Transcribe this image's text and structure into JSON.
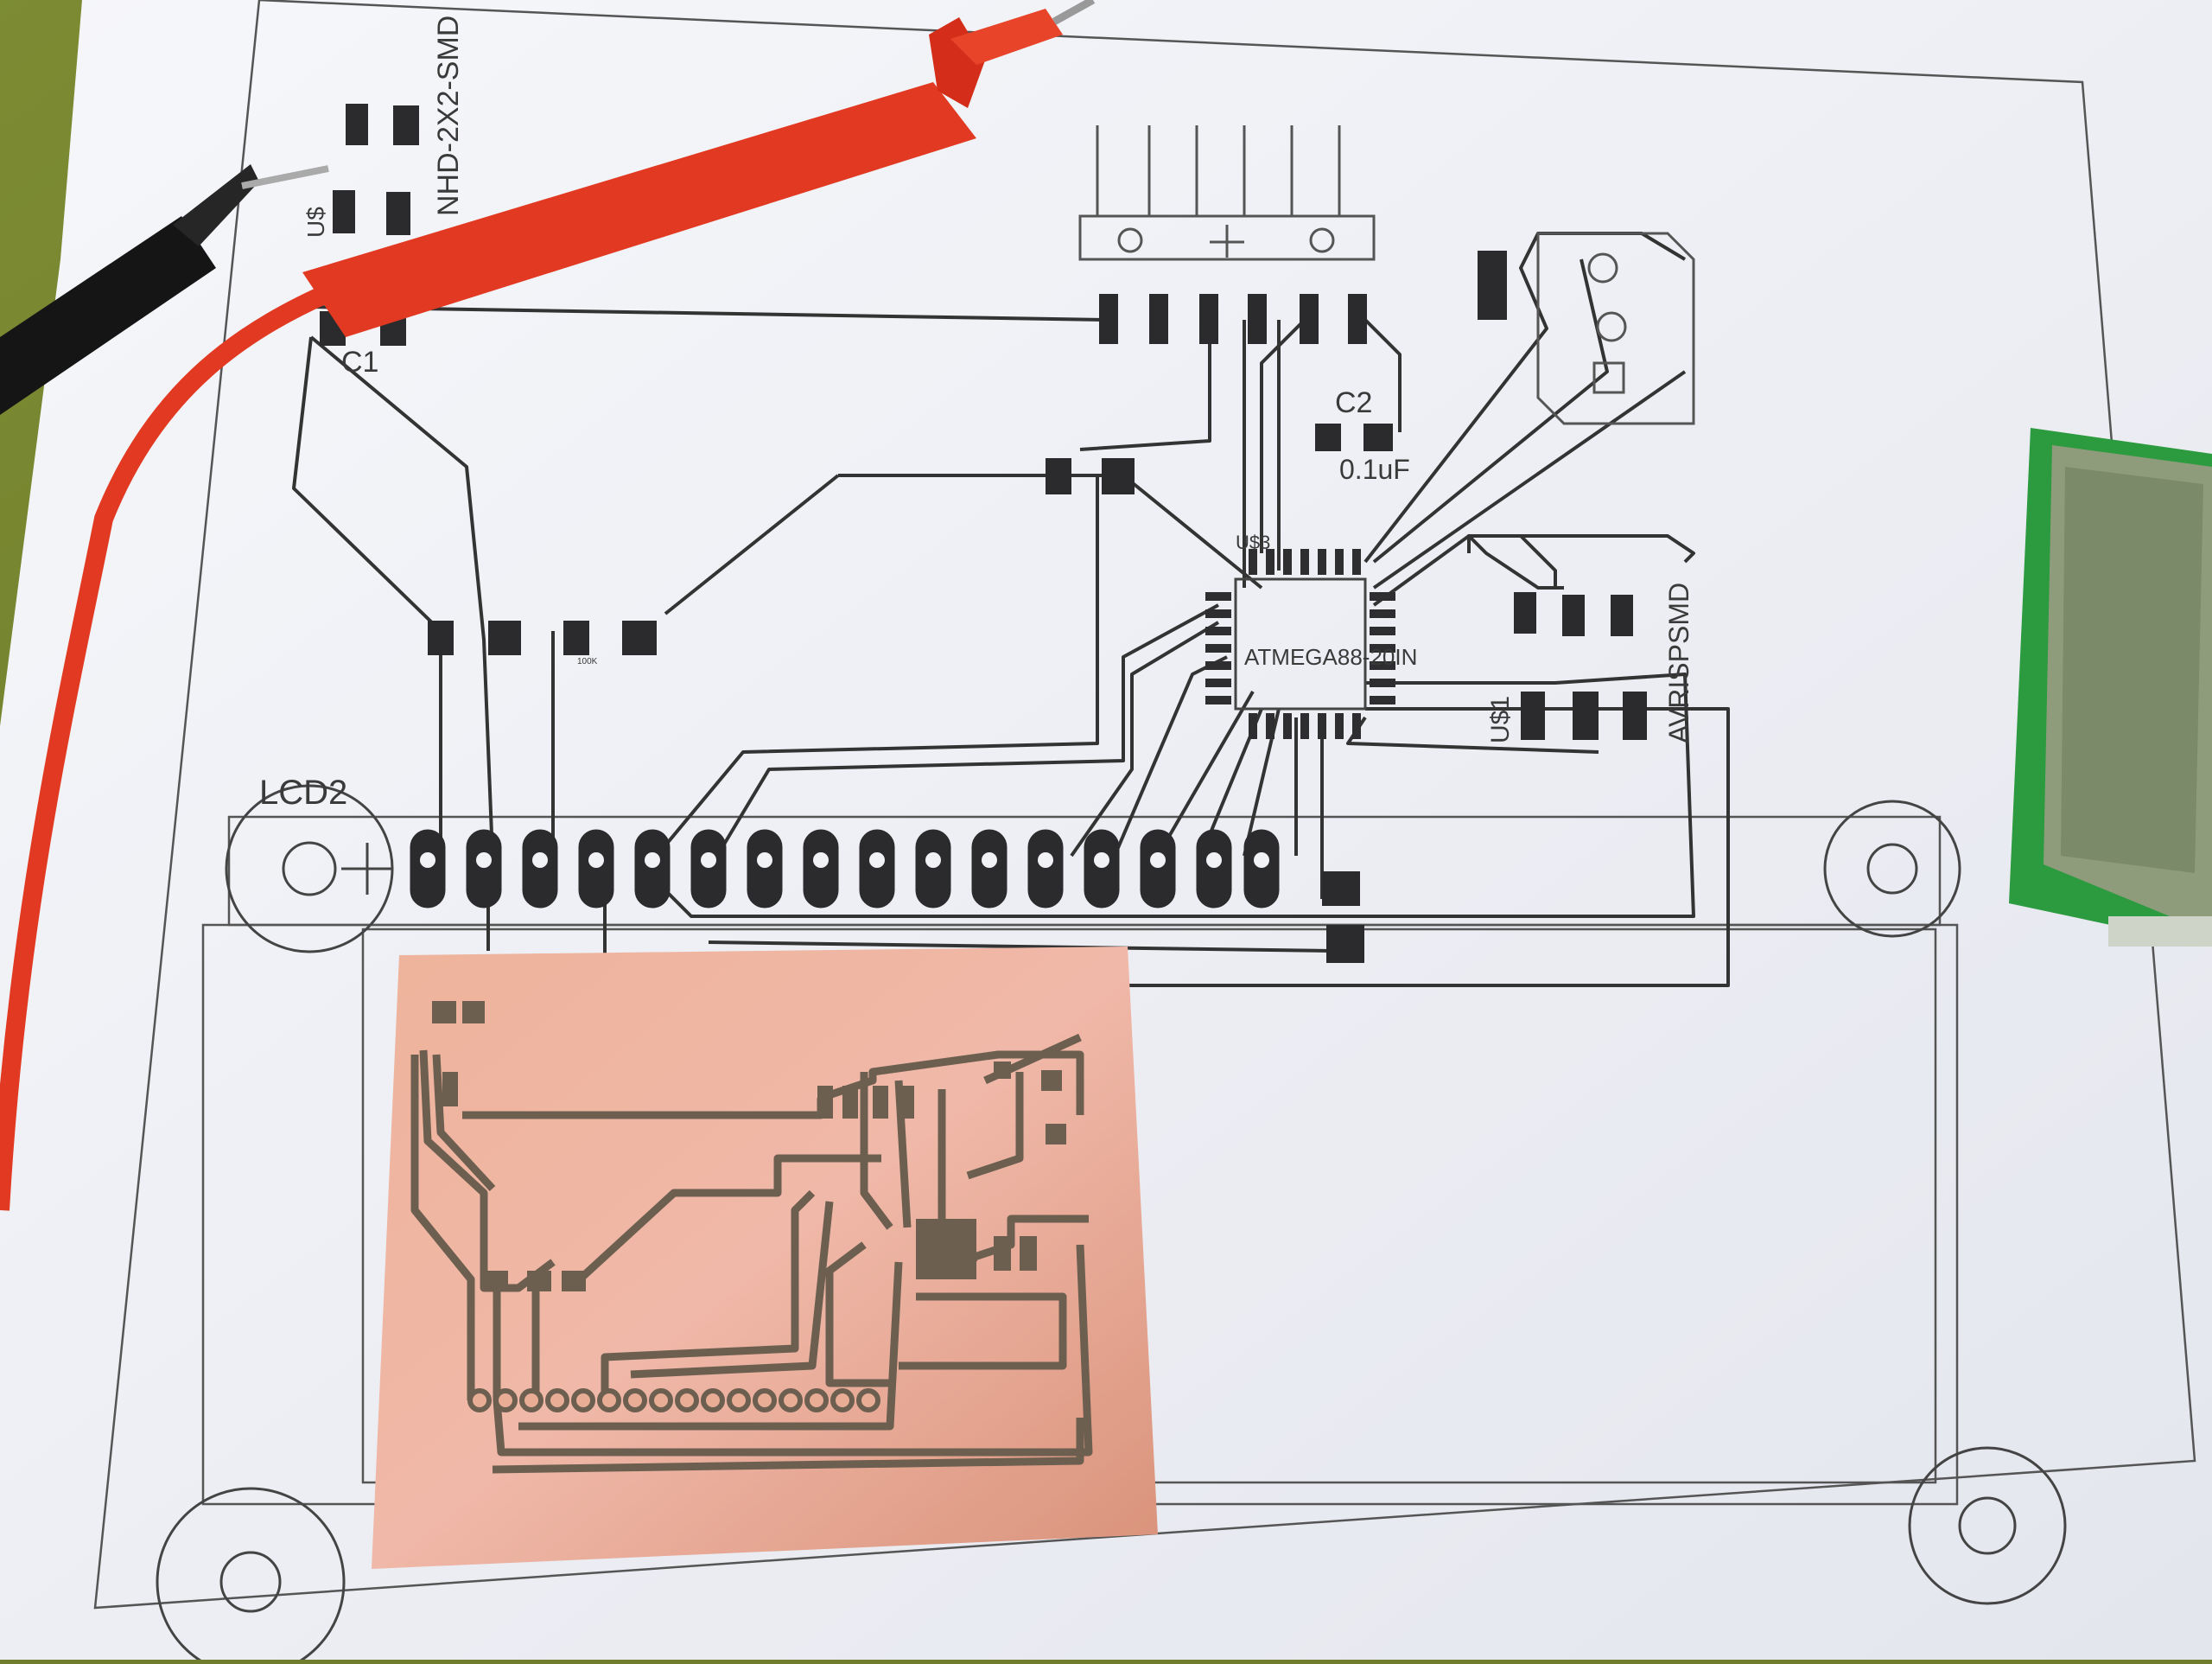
{
  "photo": {
    "labels": {
      "lcd": "LCD2",
      "nhd": "NHD-2X2-SMD",
      "c1": "C1",
      "c2": "C2",
      "c2_value": "0.1uF",
      "mcu": "ATMEGA88-20IN",
      "u$1": "U$1",
      "u$2": "U$",
      "u3": "U$3",
      "avr": "AVRISPSMD",
      "res_value": "100K"
    },
    "colors": {
      "background_cloth": "#6f7d2c",
      "paper": "#f1f2f6",
      "ink": "#2e2e30",
      "copper": "#e8a58c",
      "probe_red": "#e23a22",
      "probe_black": "#151515",
      "lcd_pcb": "#2c9a3e",
      "lcd_glass": "#8f9c7c"
    }
  }
}
